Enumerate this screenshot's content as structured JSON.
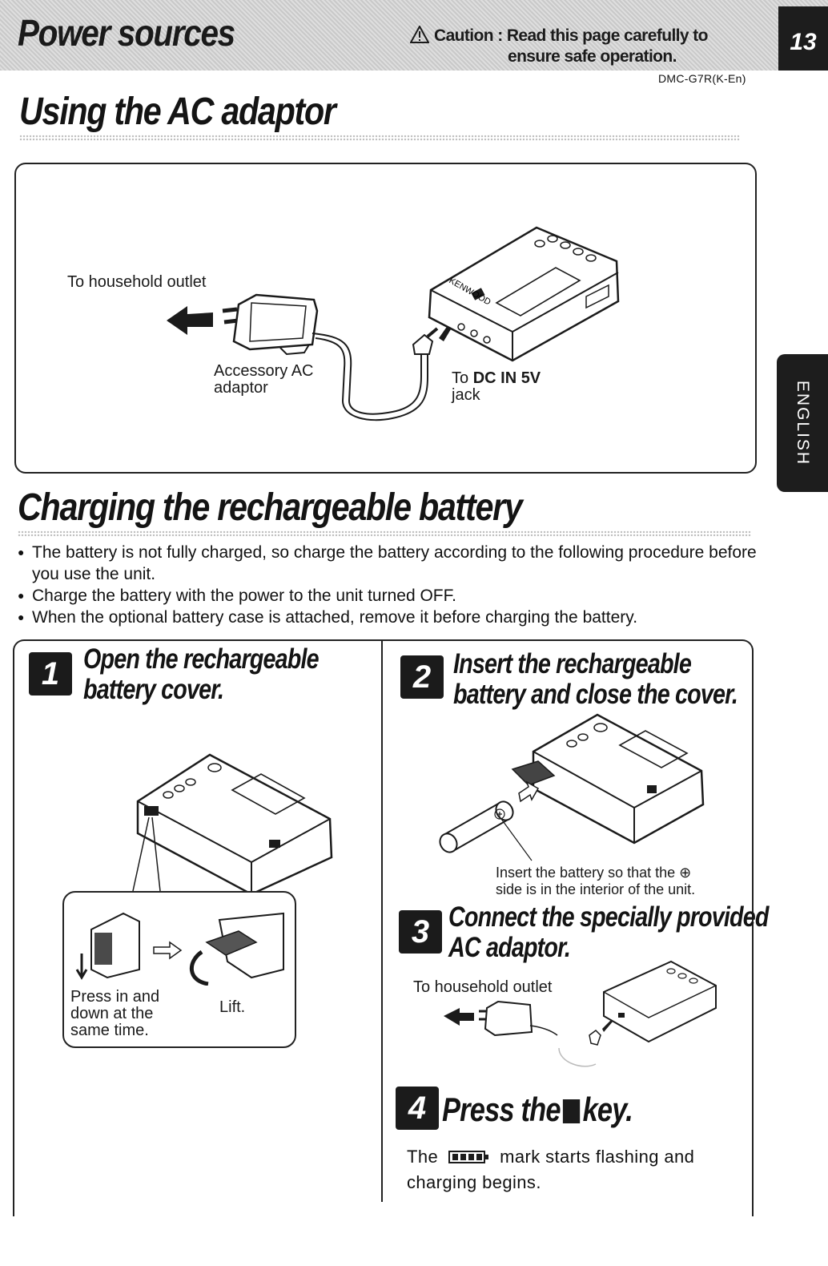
{
  "header": {
    "title": "Power sources",
    "caution_line1": "Caution : Read this page carefully to",
    "caution_line2": "ensure safe operation.",
    "page_number": "13",
    "model": "DMC-G7R(K-En)"
  },
  "language_tab": "ENGLISH",
  "ac_section": {
    "title": "Using the AC adaptor",
    "label_outlet": "To household outlet",
    "label_adaptor_l1": "Accessory AC",
    "label_adaptor_l2": "adaptor",
    "label_jack_prefix": "To ",
    "label_jack_bold": "DC IN 5V",
    "label_jack_l2": "jack",
    "brand": "KENWOOD"
  },
  "charging_section": {
    "title": "Charging the rechargeable battery",
    "bullets": [
      "The battery is not fully charged, so charge the battery according to the following procedure before you use the unit.",
      "Charge the battery with the power to the unit turned OFF.",
      "When the optional battery case is attached, remove it before charging the battery."
    ]
  },
  "steps": {
    "s1": {
      "number": "1",
      "title_l1": "Open the rechargeable",
      "title_l2": "battery cover.",
      "label_press_l1": "Press in and",
      "label_press_l2": "down at the",
      "label_press_l3": "same time.",
      "label_lift": "Lift."
    },
    "s2": {
      "number": "2",
      "title_l1": "Insert the rechargeable",
      "title_l2": "battery and close the cover.",
      "note_l1": "Insert  the battery so that the ⊕",
      "note_l2": "side is in the interior of the unit."
    },
    "s3": {
      "number": "3",
      "title_l1": "Connect the specially provided",
      "title_l2": "AC adaptor.",
      "label_outlet": "To household outlet"
    },
    "s4": {
      "number": "4",
      "title_before": "Press the",
      "title_after": "key.",
      "body_before": "The",
      "body_after_l1": "mark starts flashing and",
      "body_l2": "charging begins."
    }
  }
}
